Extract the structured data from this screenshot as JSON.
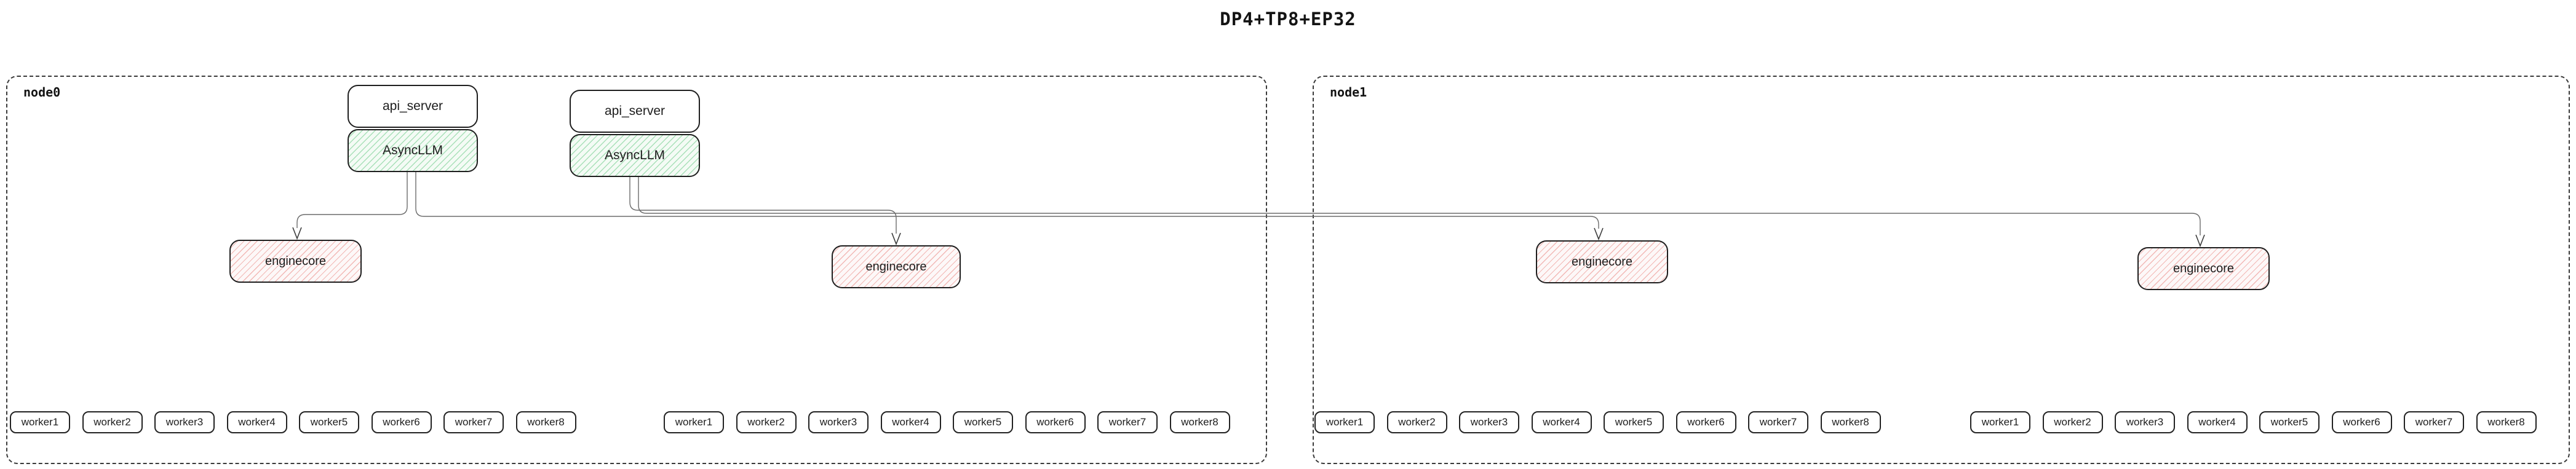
{
  "title": "DP4+TP8+EP32",
  "colors": {
    "background": "#ffffff",
    "box_border": "#1e1e1e",
    "node_border_dashed": "#3a3a3a",
    "asyncllm_fill": "#f4fbf5",
    "asyncllm_hatch": "#a8e0b8",
    "enginecore_fill": "#fdf8f8",
    "enginecore_hatch": "#f2b8b5",
    "edge_line": "#6b6b6b"
  },
  "nodes": [
    {
      "label": "node0",
      "api_stacks": [
        {
          "api_server": "api_server",
          "asyncllm": "AsyncLLM"
        },
        {
          "api_server": "api_server",
          "asyncllm": "AsyncLLM"
        }
      ],
      "enginecores": [
        "enginecore",
        "enginecore"
      ],
      "worker_groups": [
        [
          "worker1",
          "worker2",
          "worker3",
          "worker4",
          "worker5",
          "worker6",
          "worker7",
          "worker8"
        ],
        [
          "worker1",
          "worker2",
          "worker3",
          "worker4",
          "worker5",
          "worker6",
          "worker7",
          "worker8"
        ]
      ]
    },
    {
      "label": "node1",
      "enginecores": [
        "enginecore",
        "enginecore"
      ],
      "worker_groups": [
        [
          "worker1",
          "worker2",
          "worker3",
          "worker4",
          "worker5",
          "worker6",
          "worker7",
          "worker8"
        ],
        [
          "worker1",
          "worker2",
          "worker3",
          "worker4",
          "worker5",
          "worker6",
          "worker7",
          "worker8"
        ]
      ]
    }
  ]
}
